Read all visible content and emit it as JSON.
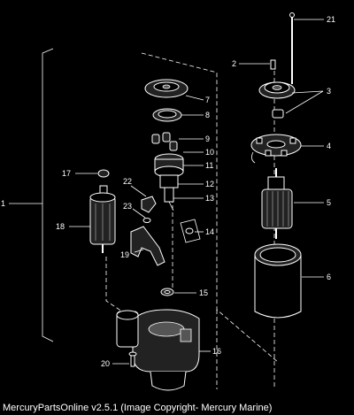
{
  "caption": "MercuryPartsOnline v2.5.1 (Image Copyright- Mercury Marine)",
  "callouts": [
    "1",
    "2",
    "3",
    "4",
    "5",
    "6",
    "7",
    "8",
    "9",
    "10",
    "11",
    "12",
    "13",
    "14",
    "15",
    "16",
    "17",
    "18",
    "19",
    "20",
    "21",
    "22",
    "23"
  ]
}
